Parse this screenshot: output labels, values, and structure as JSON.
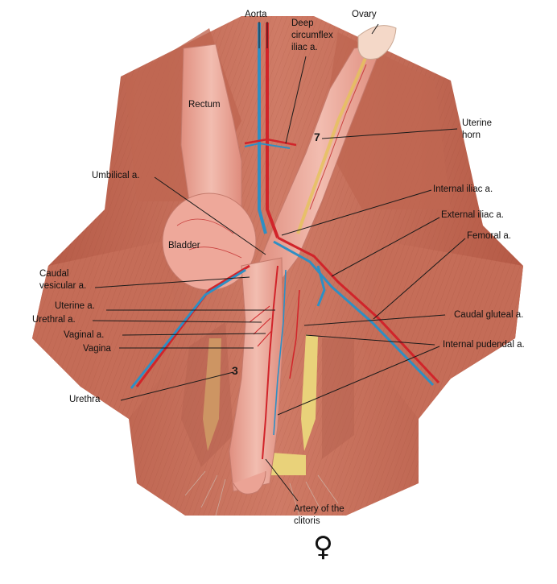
{
  "labels": {
    "aorta": "Aorta",
    "deep_circumflex_iliac": "Deep circumflex iliac a.",
    "ovary": "Ovary",
    "rectum": "Rectum",
    "uterine_horn": "Uterine horn",
    "umbilical": "Umbilical a.",
    "internal_iliac": "Internal iliac a.",
    "external_iliac": "External iliac a.",
    "femoral": "Femoral a.",
    "bladder": "Bladder",
    "caudal_vesicular": "Caudal vesicular a.",
    "uterine_a": "Uterine a.",
    "urethral": "Urethral a.",
    "caudal_gluteal": "Caudal gluteal a.",
    "vaginal": "Vaginal a.",
    "internal_pudendal": "Internal pudendal a.",
    "vagina": "Vagina",
    "urethra": "Urethra",
    "artery_clitoris": "Artery of the clitoris"
  },
  "markers": {
    "seven": "7",
    "three": "3"
  },
  "female_symbol": "♀",
  "colors": {
    "muscle": "#c8725e",
    "muscle_dark": "#a9503f",
    "organ": "#eaa497",
    "organ_light": "#f3c2b6",
    "artery": "#d1242a",
    "vein": "#2e8fc4",
    "fat": "#e9d27a"
  }
}
